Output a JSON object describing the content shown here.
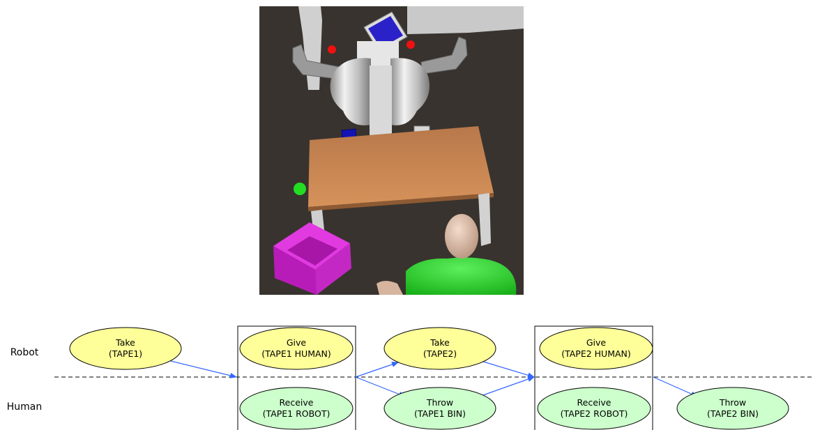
{
  "scene": {
    "robot_screen_color": "#2a22c8",
    "cube_color": "#1414b4",
    "bin_color": "#c21ec2",
    "table_color": "#c8864e",
    "human_shirt_color": "#2ed42e",
    "floor_color": "#38332e"
  },
  "lanes": {
    "robot": "Robot",
    "human": "Human"
  },
  "colors": {
    "robot_node": "#ffff99",
    "human_node": "#ccffcc",
    "arrow": "#3366ff"
  },
  "nodes": {
    "take_tape1": {
      "line1": "Take",
      "line2": "(TAPE1)"
    },
    "give_tape1_human": {
      "line1": "Give",
      "line2": "(TAPE1 HUMAN)"
    },
    "receive_tape1_robot": {
      "line1": "Receive",
      "line2": "(TAPE1 ROBOT)"
    },
    "take_tape2": {
      "line1": "Take",
      "line2": "(TAPE2)"
    },
    "throw_tape1_bin": {
      "line1": "Throw",
      "line2": "(TAPE1 BIN)"
    },
    "give_tape2_human": {
      "line1": "Give",
      "line2": "(TAPE2 HUMAN)"
    },
    "receive_tape2_robot": {
      "line1": "Receive",
      "line2": "(TAPE2 ROBOT)"
    },
    "throw_tape2_bin": {
      "line1": "Throw",
      "line2": "(TAPE2 BIN)"
    }
  }
}
